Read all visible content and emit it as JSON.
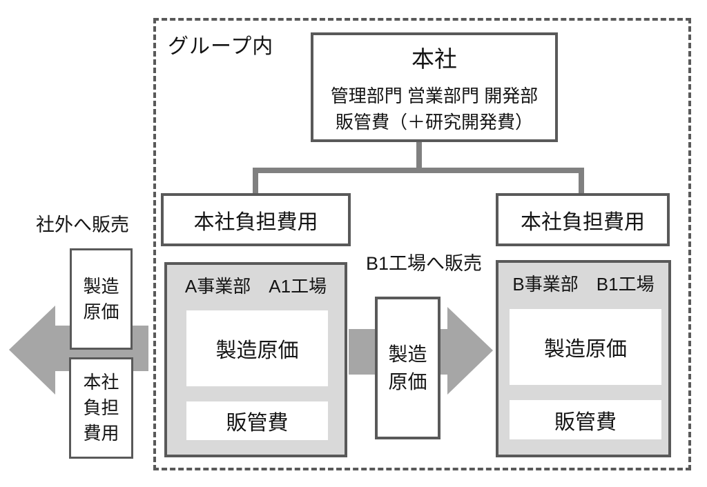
{
  "diagram": {
    "group_label": "グループ内",
    "headquarters": {
      "title": "本社",
      "departments": "管理部門 営業部門 開発部",
      "sga": "販管費（＋研究開発費）"
    },
    "hq_cost_left": "本社負担費用",
    "hq_cost_right": "本社負担費用",
    "division_a": {
      "title": "A事業部　A1工場",
      "manufacturing_cost": "製造原価",
      "sga": "販管費"
    },
    "division_b": {
      "title": "B事業部　B1工場",
      "manufacturing_cost": "製造原価",
      "sga": "販管費"
    },
    "internal_sale_label": "B1工場へ販売",
    "outside_sale_label": "社外へ販売",
    "transfer_box": {
      "lines": [
        "製造",
        "原価"
      ]
    },
    "outside_boxes": {
      "manufacturing_cost": {
        "lines": [
          "製造",
          "原価"
        ]
      },
      "hq_cost": {
        "lines": [
          "本社",
          "負担",
          "費用"
        ]
      }
    },
    "colors": {
      "border_dark_gray": "#595959",
      "panel_fill_gray": "#d9d9d9",
      "connector_gray": "#808080",
      "arrow_gray": "#a6a6a6",
      "background": "#ffffff",
      "text": "#141414"
    }
  }
}
